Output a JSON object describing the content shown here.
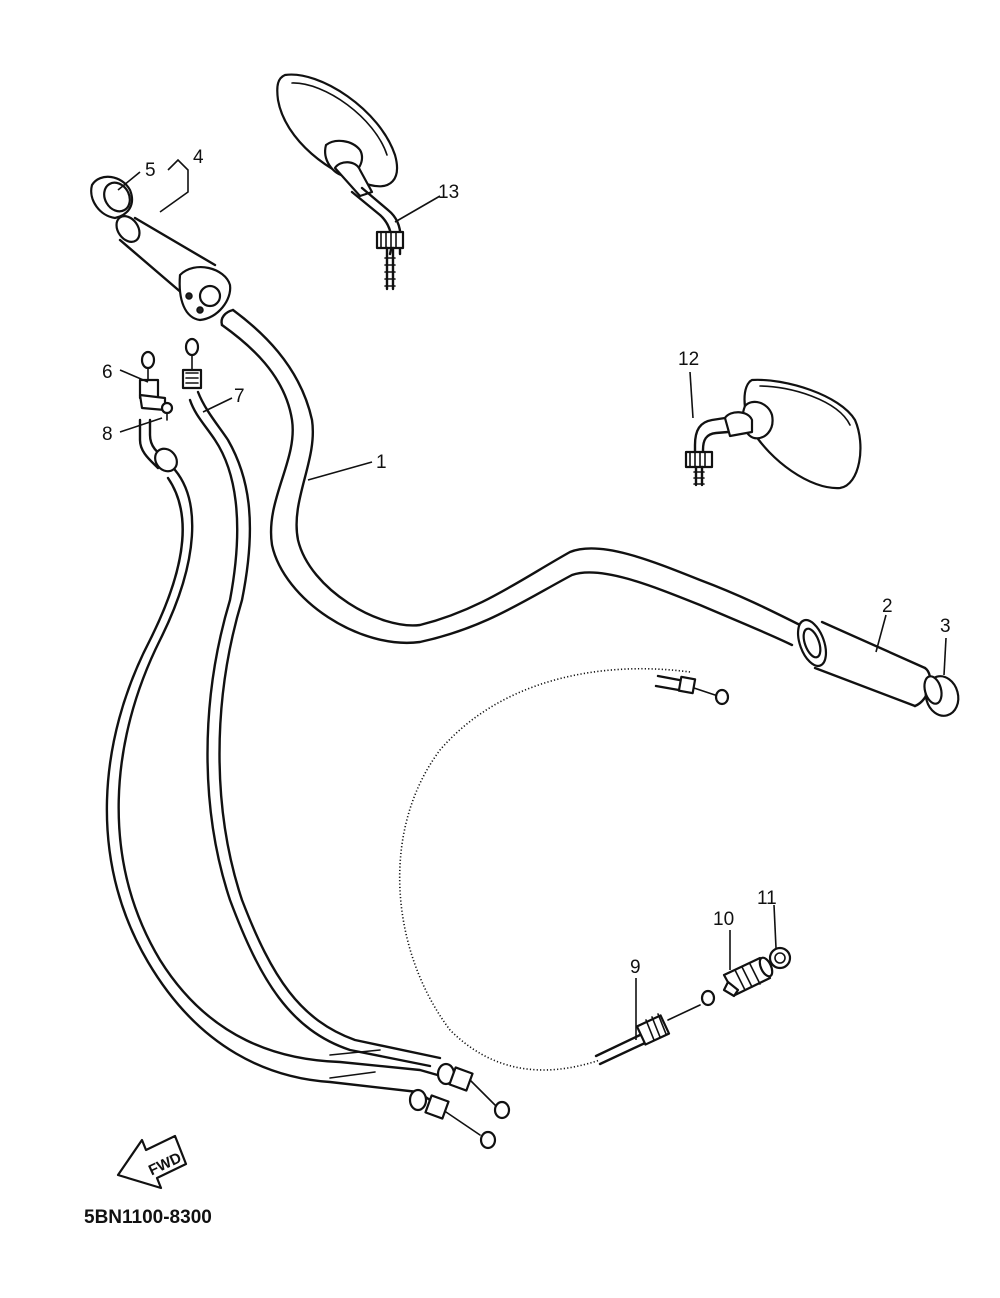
{
  "callouts": {
    "c1": "1",
    "c2": "2",
    "c3": "3",
    "c4": "4",
    "c5": "5",
    "c6": "6",
    "c7": "7",
    "c8": "8",
    "c9": "9",
    "c10": "10",
    "c11": "11",
    "c12": "12",
    "c13": "13"
  },
  "fwd_arrow_label": "FWD",
  "diagram_code": "5BN1100-8300"
}
